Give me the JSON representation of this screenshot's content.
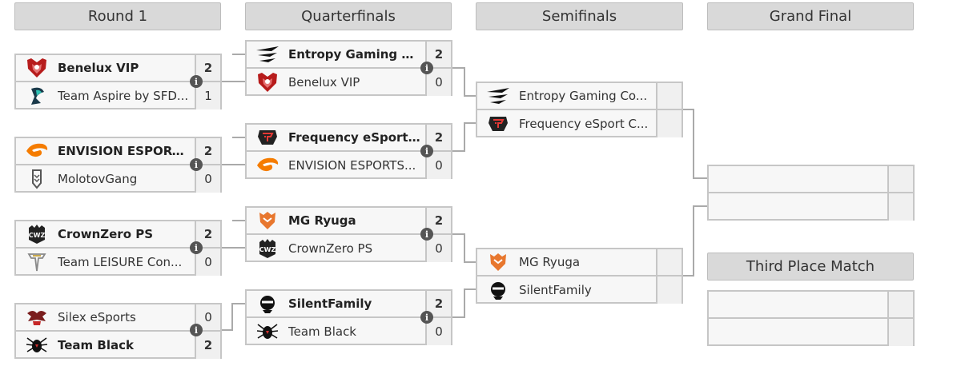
{
  "rounds": [
    {
      "label": "Round 1"
    },
    {
      "label": "Quarterfinals"
    },
    {
      "label": "Semifinals"
    },
    {
      "label": "Grand Final"
    }
  ],
  "third_place_label": "Third Place Match",
  "round1": [
    {
      "top": {
        "name": "Benelux VIP",
        "score": "2",
        "logo": "benelux-vip-logo"
      },
      "bottom": {
        "name": "Team Aspire by SFD...",
        "score": "1",
        "logo": "team-aspire-logo"
      }
    },
    {
      "top": {
        "name": "ENVISION ESPORT...",
        "score": "2",
        "logo": "envision-esports-logo"
      },
      "bottom": {
        "name": "MolotovGang",
        "score": "0",
        "logo": "molotovgang-logo"
      }
    },
    {
      "top": {
        "name": "CrownZero PS",
        "score": "2",
        "logo": "crownzero-logo"
      },
      "bottom": {
        "name": "Team LEISURE Con...",
        "score": "0",
        "logo": "team-leisure-logo"
      }
    },
    {
      "top": {
        "name": "Silex eSports",
        "score": "0",
        "logo": "silex-esports-logo"
      },
      "bottom": {
        "name": "Team Black",
        "score": "2",
        "logo": "team-black-logo"
      }
    }
  ],
  "quarterfinals": [
    {
      "top": {
        "name": "Entropy Gaming C...",
        "score": "2",
        "logo": "entropy-gaming-logo"
      },
      "bottom": {
        "name": "Benelux VIP",
        "score": "0",
        "logo": "benelux-vip-logo"
      }
    },
    {
      "top": {
        "name": "Frequency eSport ...",
        "score": "2",
        "logo": "frequency-esport-logo"
      },
      "bottom": {
        "name": "ENVISION ESPORTS...",
        "score": "0",
        "logo": "envision-esports-logo"
      }
    },
    {
      "top": {
        "name": "MG Ryuga",
        "score": "2",
        "logo": "mg-ryuga-logo"
      },
      "bottom": {
        "name": "CrownZero PS",
        "score": "0",
        "logo": "crownzero-logo"
      }
    },
    {
      "top": {
        "name": "SilentFamily",
        "score": "2",
        "logo": "silentfamily-logo"
      },
      "bottom": {
        "name": "Team Black",
        "score": "0",
        "logo": "team-black-logo"
      }
    }
  ],
  "semifinals": [
    {
      "top": {
        "name": "Entropy Gaming Co...",
        "score": "",
        "logo": "entropy-gaming-logo"
      },
      "bottom": {
        "name": "Frequency eSport C...",
        "score": "",
        "logo": "frequency-esport-logo"
      }
    },
    {
      "top": {
        "name": "MG Ryuga",
        "score": "",
        "logo": "mg-ryuga-logo"
      },
      "bottom": {
        "name": "SilentFamily",
        "score": "",
        "logo": "silentfamily-logo"
      }
    }
  ],
  "grand_final": {
    "top": {
      "name": "",
      "score": ""
    },
    "bottom": {
      "name": "",
      "score": ""
    }
  },
  "third_place": {
    "top": {
      "name": "",
      "score": ""
    },
    "bottom": {
      "name": "",
      "score": ""
    }
  },
  "colors": {
    "header_bg": "#d9d9d9",
    "border": "#c6c6c6",
    "cell_bg": "#f7f7f7",
    "connector": "#aaaaaa",
    "info_icon": "#555555"
  }
}
